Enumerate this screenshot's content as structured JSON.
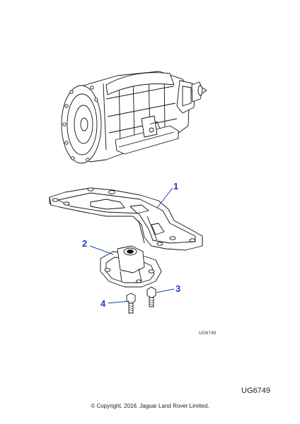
{
  "diagram": {
    "accent_color": "#1a3fbf",
    "line_color": "#111111",
    "callouts": [
      {
        "id": "callout-1",
        "label": "1",
        "part": "transmission-crossmember"
      },
      {
        "id": "callout-2",
        "label": "2",
        "part": "transmission-mount"
      },
      {
        "id": "callout-3",
        "label": "3",
        "part": "mount-bolt"
      },
      {
        "id": "callout-4",
        "label": "4",
        "part": "mount-bolt"
      }
    ],
    "small_reference": "UG6749",
    "reference_code": "UG6749",
    "copyright": "© Copyright, 2016. Jaguar Land Rover Limited."
  }
}
